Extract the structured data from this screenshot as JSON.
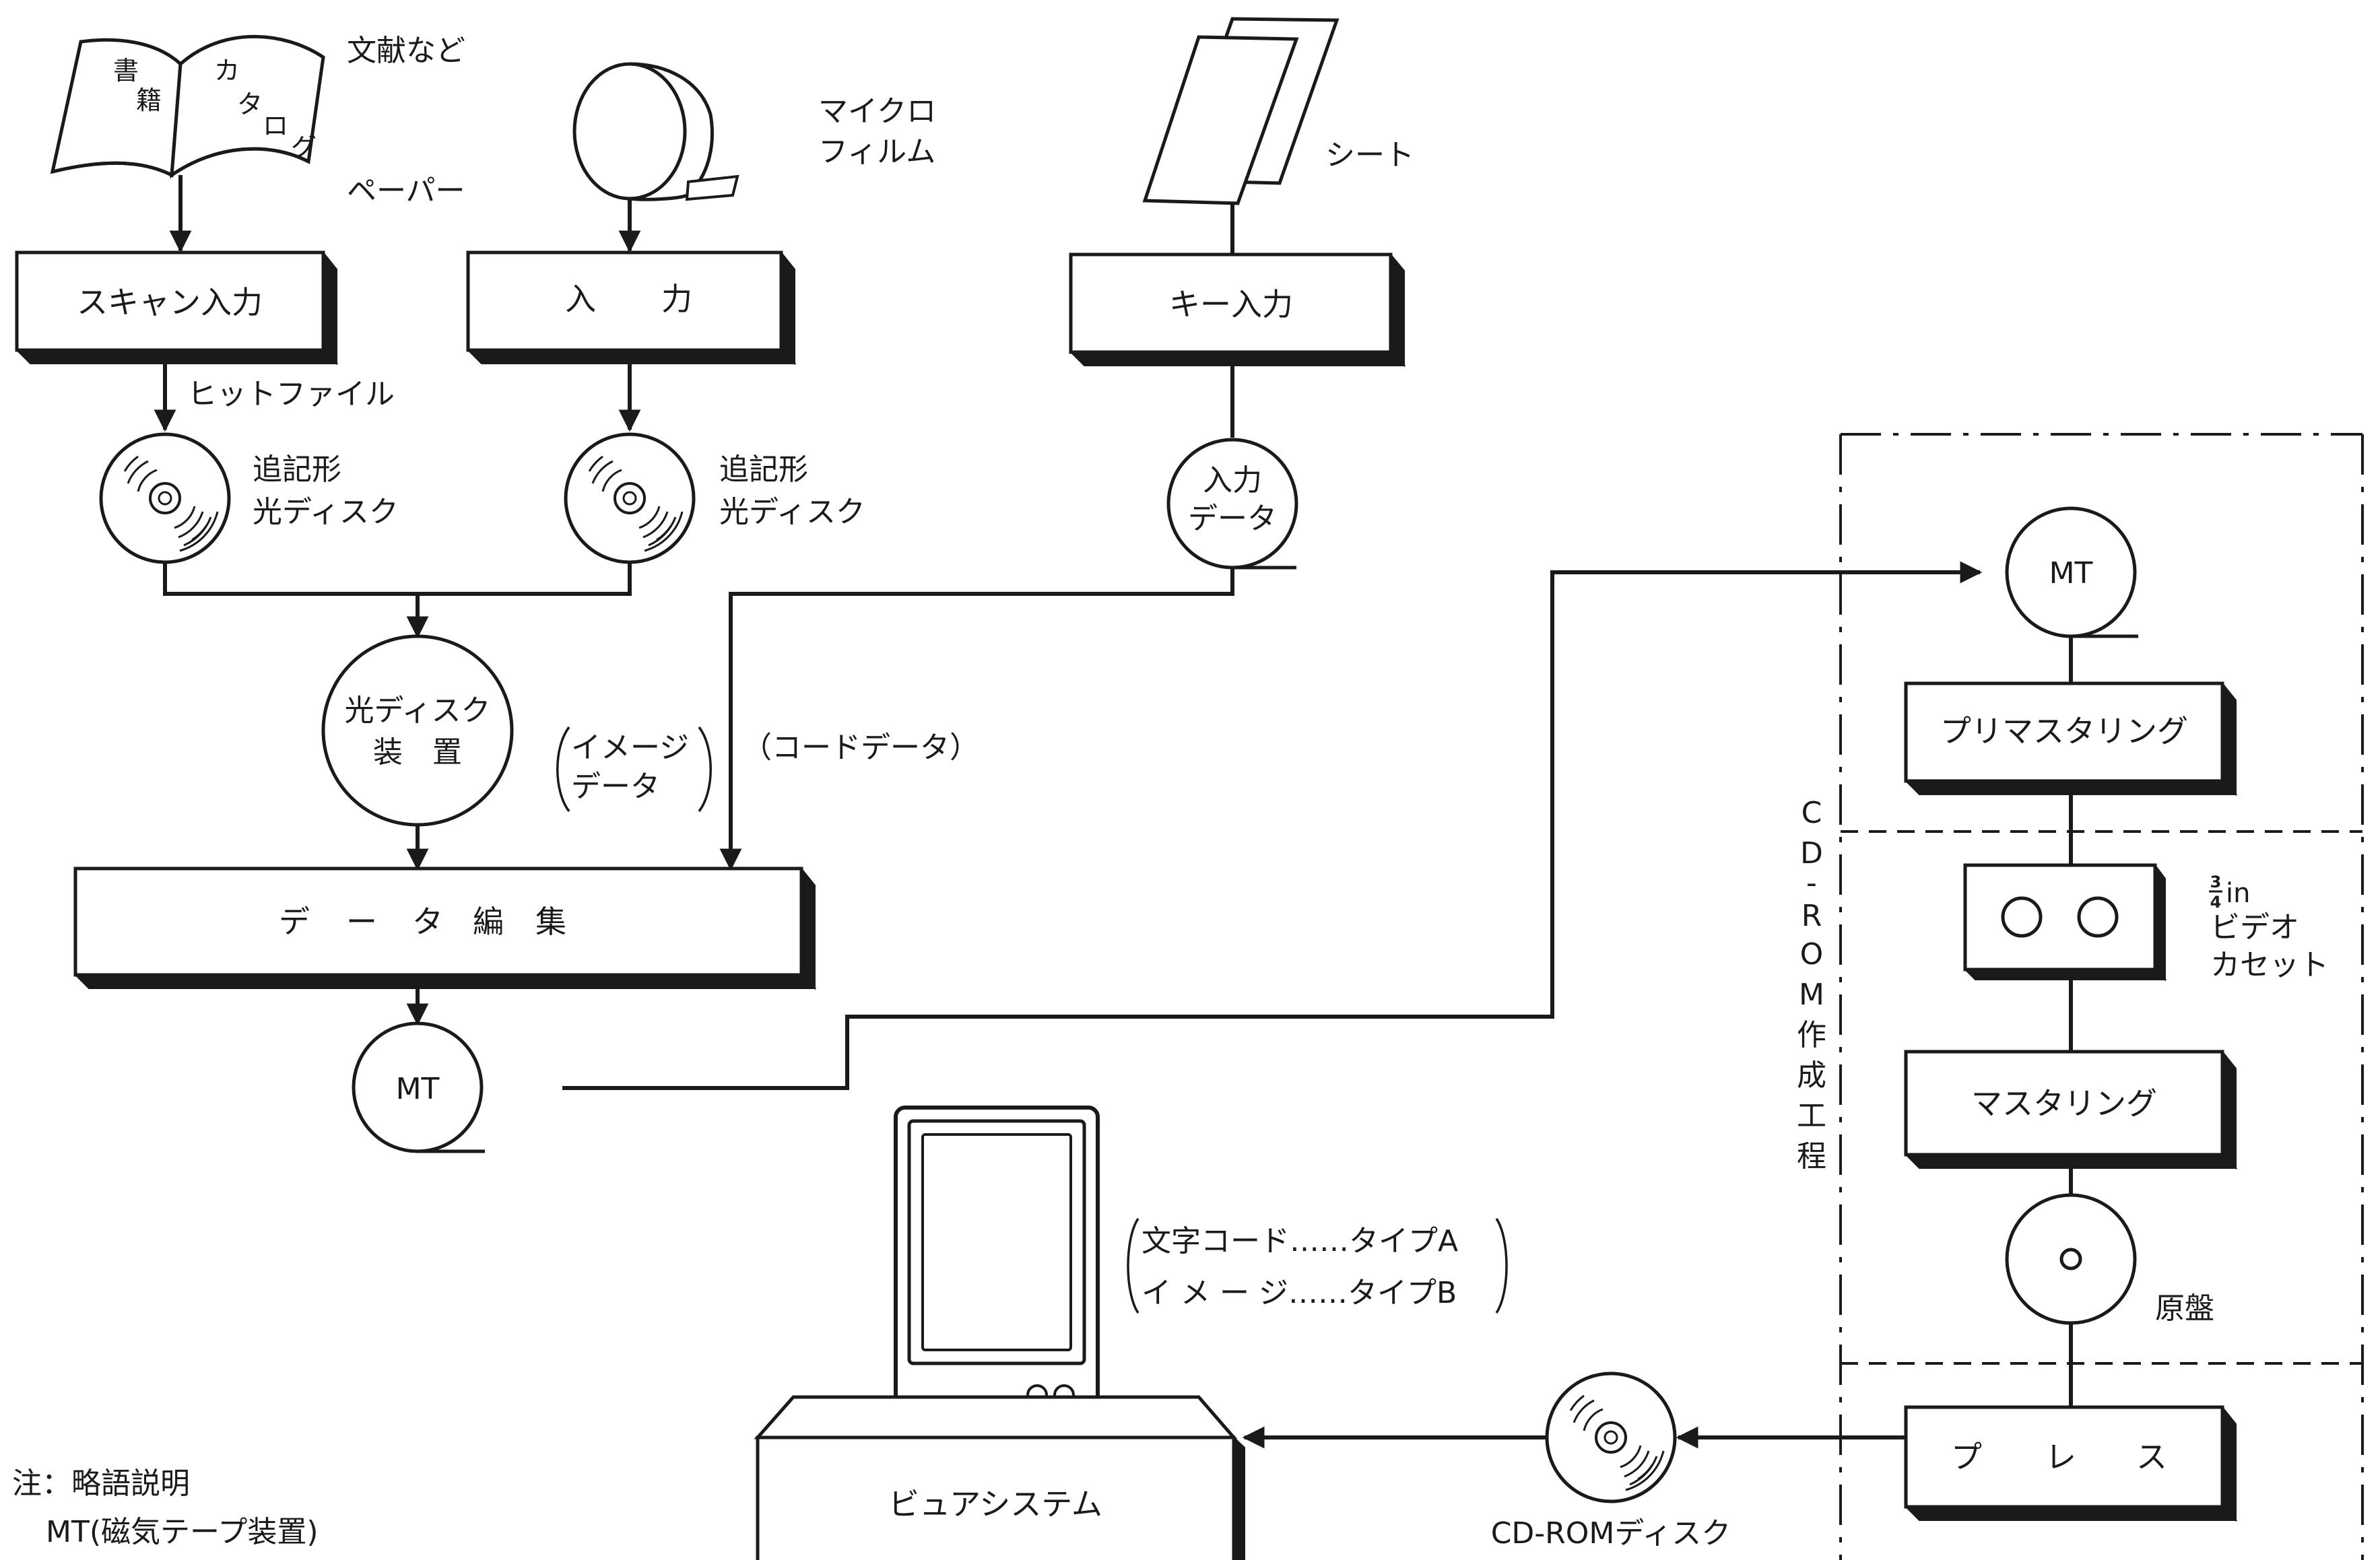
{
  "sources": {
    "paper_label_top": "文献など",
    "paper_label_bottom": "ペーパー",
    "book_text_1": "書",
    "book_text_2": "籍",
    "catalog_chars": [
      "カ",
      "タ",
      "ロ",
      "グ"
    ],
    "microfilm_label_1": "マイクロ",
    "microfilm_label_2": "フィルム",
    "sheet_label": "シート"
  },
  "input_boxes": {
    "scan_input": "スキャン入力",
    "input_char_1": "入",
    "input_char_2": "力",
    "key_input": "キー入力"
  },
  "annotations": {
    "hit_file": "ヒットファイル",
    "worm_disc_line1": "追記形",
    "worm_disc_line2": "光ディスク",
    "input_data_line1": "入力",
    "input_data_line2": "データ",
    "optical_device_line1": "光ディスク",
    "optical_device_line2": "装　置",
    "image_data_line1": "イメージ",
    "image_data_line2": "データ",
    "code_data": "（コードデータ）"
  },
  "data_edit_chars": [
    "デ",
    "ー",
    "タ",
    "編",
    "集"
  ],
  "mt_label": "MT",
  "process": {
    "section_title_chars": [
      "C",
      "D",
      "-",
      "R",
      "O",
      "M",
      "作",
      "成",
      "工",
      "程"
    ],
    "premastering": "プリマスタリング",
    "video_fraction_num": "3",
    "video_fraction_den": "4",
    "video_unit": "in",
    "video_line1": "ビデオ",
    "video_line2": "カセット",
    "mastering": "マスタリング",
    "master_disc": "原盤",
    "press_chars": [
      "プ",
      "レ",
      "ス"
    ]
  },
  "cdrom_disc_label": "CD-ROMディスク",
  "viewer": {
    "label": "ビュアシステム",
    "type_line1": "文字コード……タイプA",
    "type_line2": "イ メ ー ジ……タイプB"
  },
  "note": {
    "line1": "注：略語説明",
    "line2": "MT(磁気テープ装置)"
  }
}
